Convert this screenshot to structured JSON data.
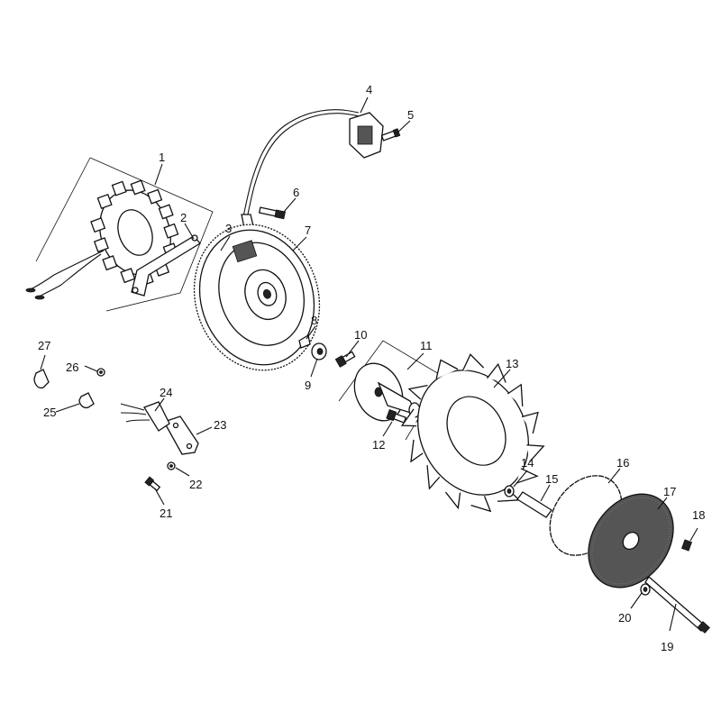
{
  "diagram": {
    "callouts": [
      "1",
      "2",
      "3",
      "4",
      "5",
      "6",
      "7",
      "8",
      "9",
      "10",
      "11",
      "12",
      "13",
      "14",
      "15",
      "16",
      "17",
      "18",
      "19",
      "20",
      "21",
      "22",
      "23",
      "24",
      "25",
      "26",
      "27"
    ]
  },
  "colors": {
    "line": "#111111",
    "background": "#ffffff"
  }
}
